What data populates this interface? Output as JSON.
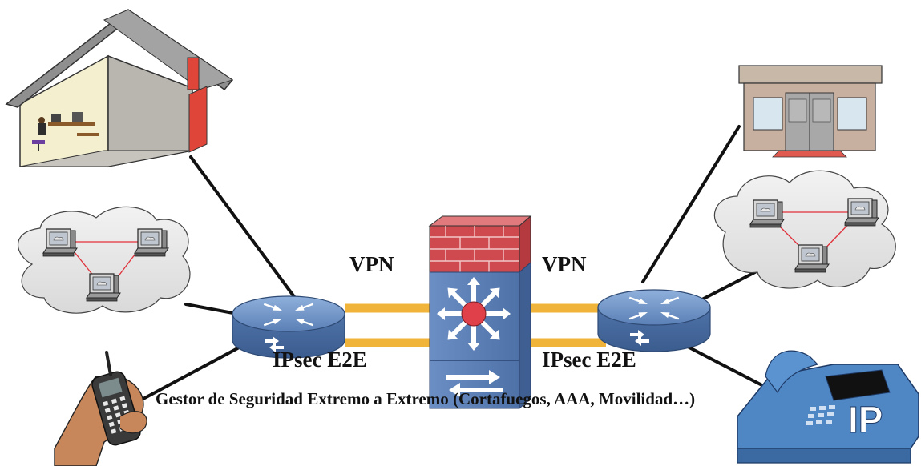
{
  "labels": {
    "vpn_left": "VPN",
    "vpn_right": "VPN",
    "ipsec_left": "IPsec E2E",
    "ipsec_right": "IPsec E2E",
    "caption": "Gestor de Seguridad Extremo a Extremo (Cortafuegos, AAA, Movilidad…)"
  },
  "icons": {
    "ip_phone_text": "IP"
  },
  "colors": {
    "router_blue": "#5b7fb4",
    "firewall_brick": "#cf4a4f",
    "tunnel_orange": "#f0b43a",
    "cloud_gray": "#e4e4e4"
  }
}
